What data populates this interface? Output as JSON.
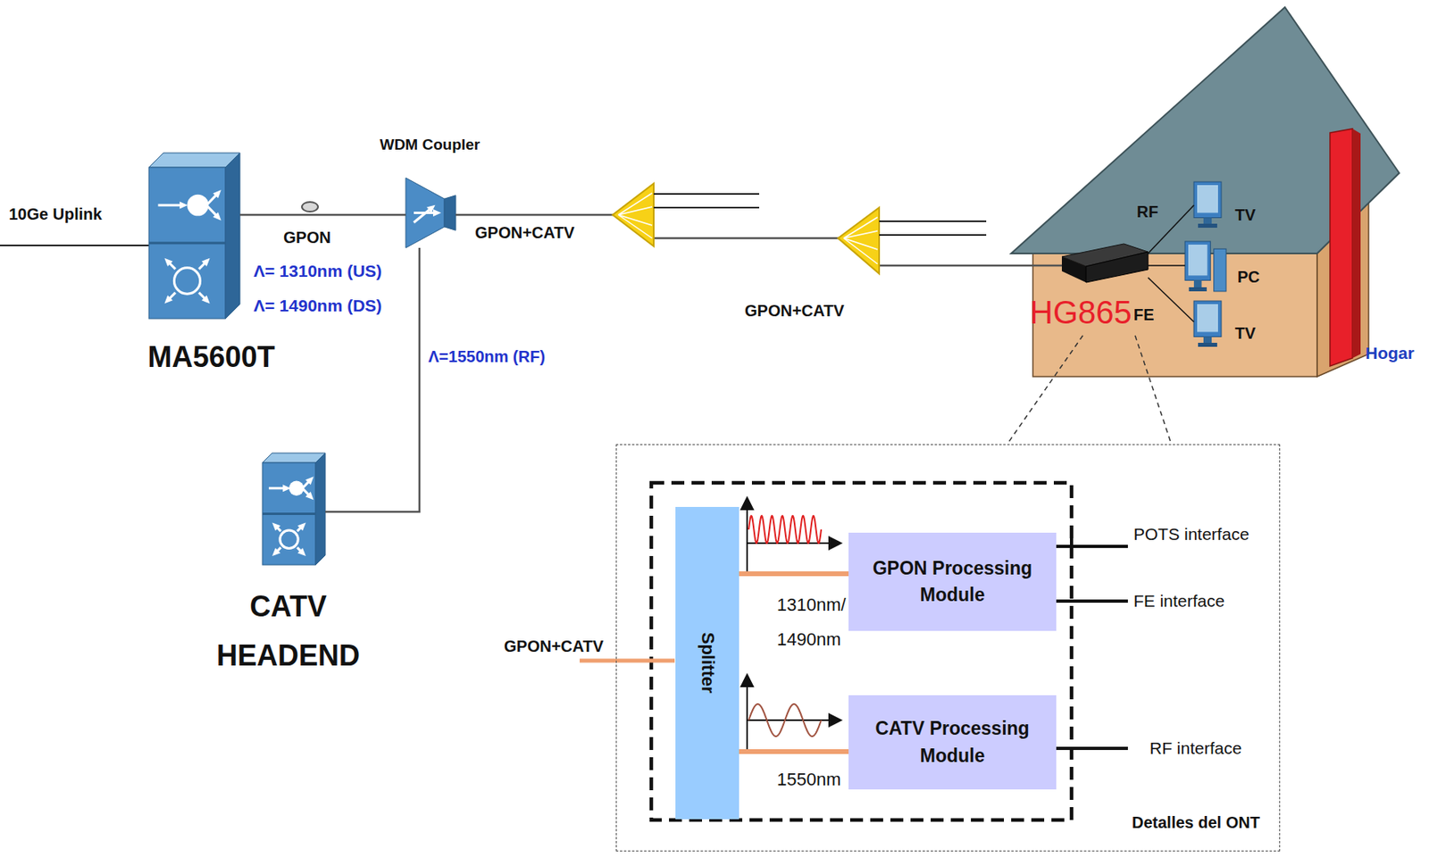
{
  "diagram": {
    "nodes": [
      {
        "text": [
          "MA5600T"
        ]
      },
      {
        "text": [
          "WDM Coupler"
        ]
      },
      {
        "text": [
          "CATV HEADEND"
        ]
      },
      {
        "text": [
          "Hogar"
        ]
      },
      {
        "text": [
          "HG865"
        ],
        "in": 3
      },
      {
        "text": [
          "TV"
        ],
        "in": 3
      },
      {
        "text": [
          "PC"
        ],
        "in": 3
      },
      {
        "text": [
          "TV"
        ],
        "in": 3
      },
      {
        "text": [
          "Detalles del ONT"
        ]
      },
      {
        "text": [
          "Splitter"
        ],
        "in": 8
      },
      {
        "text": [
          "GPON Processing Module"
        ],
        "in": 8
      },
      {
        "text": [
          "CATV Processing Module"
        ],
        "in": 8
      }
    ],
    "edges": [
      {
        "from": 0,
        "to": 1,
        "label": "GPON",
        "arrow": "none"
      },
      {
        "from": 2,
        "to": 1,
        "label": "Λ=1550nm (RF)",
        "arrow": "none"
      },
      {
        "from": 1,
        "to": 4,
        "arrow": "none"
      },
      {
        "from": 4,
        "to": 5,
        "label": "RF",
        "arrow": "none"
      },
      {
        "from": 4,
        "to": 6,
        "arrow": "none"
      },
      {
        "from": 4,
        "to": 7,
        "label": "FE",
        "arrow": "none"
      },
      {
        "from": 9,
        "to": 10,
        "label": "1310nm/ 1490nm",
        "arrow": "none"
      },
      {
        "from": 9,
        "to": 11,
        "label": "1550nm",
        "arrow": "none"
      }
    ],
    "labels": [
      "10Ge Uplink",
      "Λ= 1310nm (US)",
      "Λ= 1490nm (DS)",
      "GPON+CATV",
      "GPON+CATV",
      "GPON+CATV",
      "POTS interface",
      "FE interface",
      "RF interface"
    ]
  }
}
